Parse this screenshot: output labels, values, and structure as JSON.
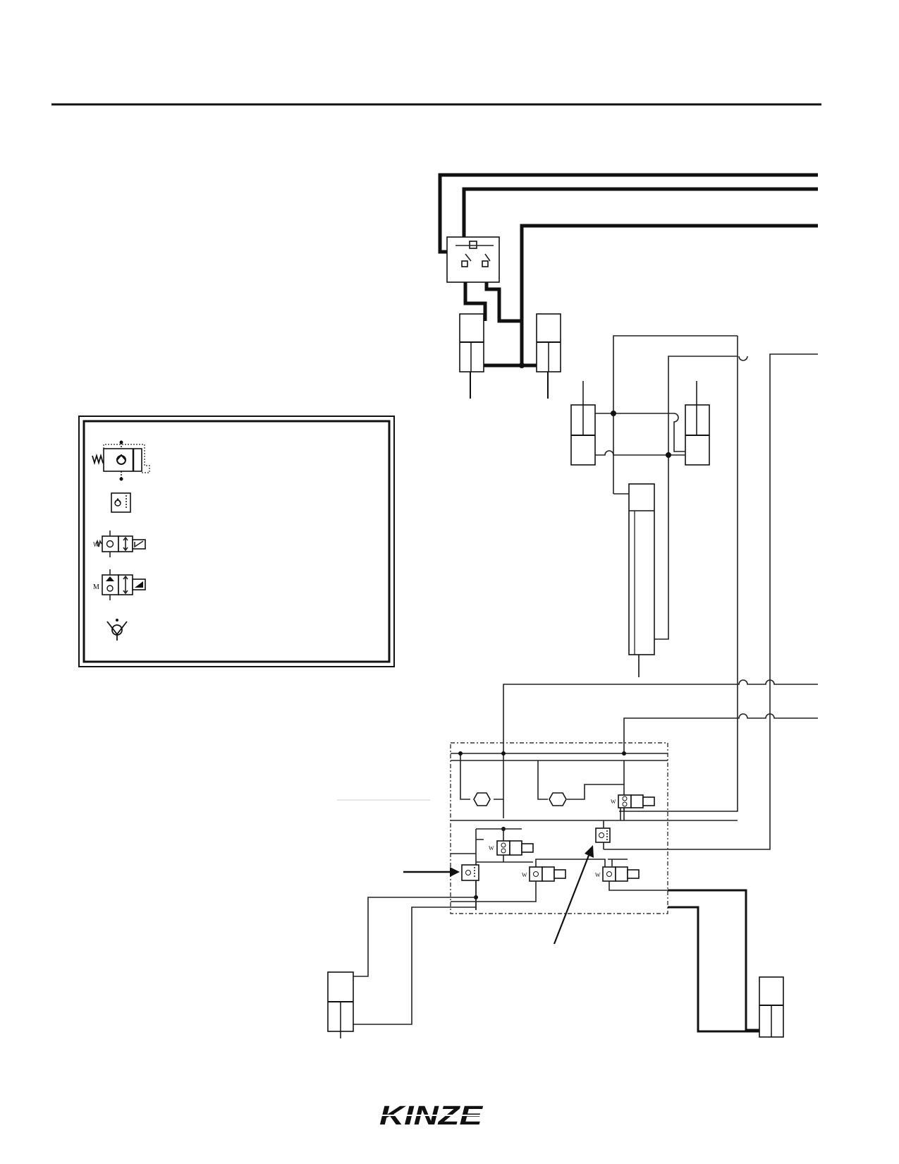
{
  "brand": {
    "logo_text": "KINZE",
    "logo_icon": "kinze-logo-icon"
  },
  "legend": {
    "items": [
      {
        "icon": "relief-valve-icon"
      },
      {
        "icon": "pilot-check-valve-icon"
      },
      {
        "icon": "solenoid-valve-spring-icon"
      },
      {
        "icon": "solenoid-valve-double-check-icon"
      },
      {
        "icon": "check-valve-icon"
      }
    ]
  },
  "callouts": [
    {
      "icon": "callout-arrow-icon",
      "target": "pilot-check-valve-left"
    },
    {
      "icon": "callout-arrow-icon",
      "target": "pilot-check-valve-right"
    }
  ]
}
